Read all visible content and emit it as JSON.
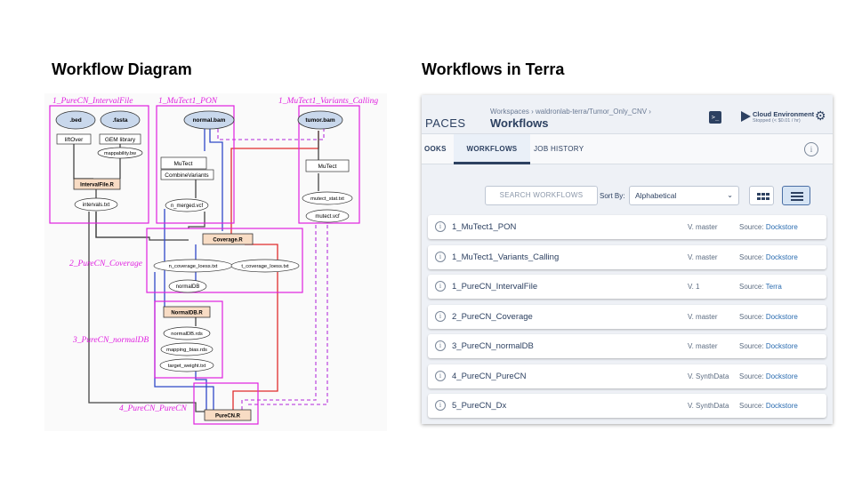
{
  "titles": {
    "left": "Workflow Diagram",
    "right": "Workflows in Terra"
  },
  "diagram": {
    "regions": [
      {
        "label": "1_PureCN_IntervalFile",
        "color": "#e020e0"
      },
      {
        "label": "1_MuTect1_PON",
        "color": "#e020e0"
      },
      {
        "label": "1_MuTect1_Variants_Calling",
        "color": "#e020e0"
      },
      {
        "label": "2_PureCN_Coverage",
        "color": "#e020e0"
      },
      {
        "label": "3_PureCN_normalDB",
        "color": "#e020e0"
      },
      {
        "label": "4_PureCN_PureCN",
        "color": "#e020e0"
      }
    ],
    "nodes": {
      "bed": ".bed",
      "fasta": ".fasta",
      "normal_bam": "normal.bam",
      "tumor_bam": "tumor.bam",
      "liftover": "liftOver",
      "gem_library": "GEM library",
      "mappability": "mappability.bw",
      "intervalfile_r": "IntervalFile.R",
      "intervals_txt": "intervals.txt",
      "mutect_pon": "MuTect",
      "combine_variants": "CombineVariants",
      "n_merged_vcf": "n_merged.vcf",
      "mutect_calling": "MuTect",
      "mutect_stat": "mutect_stat.txt",
      "mutect_vcf": "mutect.vcf",
      "coverage_r": "Coverage.R",
      "n_coverage": "n_coverage_loess.txt",
      "t_coverage": "t_coverage_loess.txt",
      "normaldb": "normalDB",
      "normaldb_r": "NormalDB.R",
      "normaldb_rds": "normalDB.rds",
      "mapping_bias": "mapping_bias.rds",
      "target_weight": "target_weight.txt",
      "purecn_r": "PureCN.R"
    },
    "colors": {
      "input_fill": "#c9d8ec",
      "script_fill": "#f8dcc4",
      "region_border": "#e020e0",
      "edge_blue": "#2f49c8",
      "edge_red": "#e02c2c",
      "edge_gray": "#444444",
      "edge_dashed": "#c050e0"
    }
  },
  "terra": {
    "app_section": "PACES",
    "breadcrumb": "Workspaces › waldronlab-terra/Tumor_Only_CNV ›",
    "page_title": "Workflows",
    "terminal_icon": "terminal-icon",
    "cloud_env_label": "Cloud Environment",
    "cloud_env_status": "Stopped (< $0.01 / hr)",
    "tabs": {
      "notebooks": "OOKS",
      "workflows": "WORKFLOWS",
      "job_history": "JOB HISTORY"
    },
    "search_placeholder": "SEARCH WORKFLOWS",
    "sort_label": "Sort By:",
    "sort_value": "Alphabetical",
    "workflows": [
      {
        "name": "1_MuTect1_PON",
        "version": "V. master",
        "source_label": "Source:",
        "source": "Dockstore"
      },
      {
        "name": "1_MuTect1_Variants_Calling",
        "version": "V. master",
        "source_label": "Source:",
        "source": "Dockstore"
      },
      {
        "name": "1_PureCN_IntervalFile",
        "version": "V. 1",
        "source_label": "Source:",
        "source": "Terra"
      },
      {
        "name": "2_PureCN_Coverage",
        "version": "V. master",
        "source_label": "Source:",
        "source": "Dockstore"
      },
      {
        "name": "3_PureCN_normalDB",
        "version": "V. master",
        "source_label": "Source:",
        "source": "Dockstore"
      },
      {
        "name": "4_PureCN_PureCN",
        "version": "V. SynthData",
        "source_label": "Source:",
        "source": "Dockstore"
      },
      {
        "name": "5_PureCN_Dx",
        "version": "V. SynthData",
        "source_label": "Source:",
        "source": "Dockstore"
      }
    ]
  }
}
